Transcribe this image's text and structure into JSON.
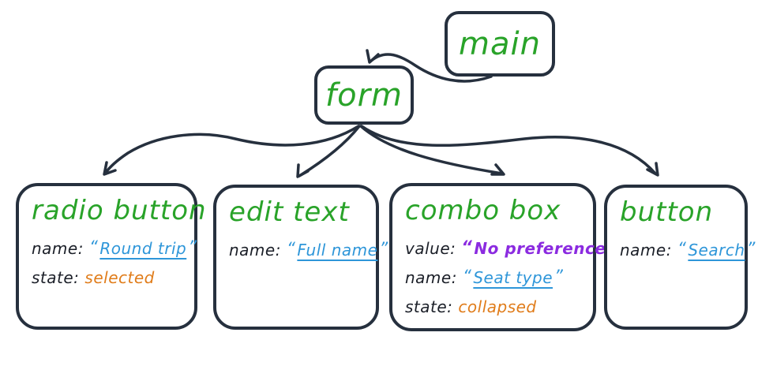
{
  "theme": {
    "ink": "#26303e",
    "green": "#29a329",
    "blue": "#2e96d9",
    "orange": "#e07c1a",
    "purple": "#8b2be0",
    "label_ink": "#1b1f28",
    "background": "#ffffff"
  },
  "nodes": {
    "main": {
      "title": "main"
    },
    "form": {
      "title": "form"
    },
    "radio_button": {
      "title": "radio button",
      "rows": [
        {
          "label": "name:",
          "value": "Round trip"
        },
        {
          "label": "state:",
          "value": "selected"
        }
      ]
    },
    "edit_text": {
      "title": "edit text",
      "rows": [
        {
          "label": "name:",
          "value": "Full name"
        }
      ]
    },
    "combo_box": {
      "title": "combo box",
      "rows": [
        {
          "label": "value:",
          "value": "No preference"
        },
        {
          "label": "name:",
          "value": "Seat type"
        },
        {
          "label": "state:",
          "value": "collapsed"
        }
      ]
    },
    "button": {
      "title": "button",
      "rows": [
        {
          "label": "name:",
          "value": "Search"
        }
      ]
    }
  },
  "edges": [
    {
      "from": "main",
      "to": "form"
    },
    {
      "from": "form",
      "to": "radio_button"
    },
    {
      "from": "form",
      "to": "edit_text"
    },
    {
      "from": "form",
      "to": "combo_box"
    },
    {
      "from": "form",
      "to": "button"
    }
  ]
}
